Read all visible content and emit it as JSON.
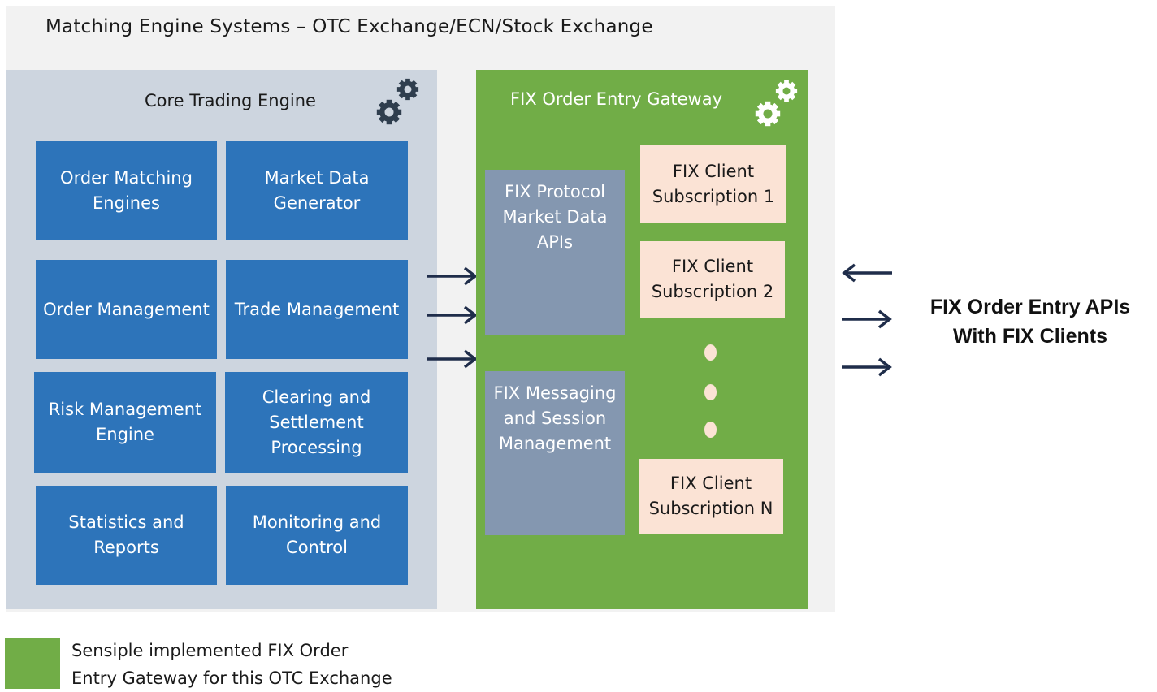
{
  "system": {
    "title": "Matching Engine Systems – OTC Exchange/ECN/Stock Exchange"
  },
  "core_engine": {
    "title": "Core Trading Engine",
    "icon": "gears-icon",
    "modules": [
      "Order Matching Engines",
      "Market Data Generator",
      "Order Management",
      "Trade Management",
      "Risk Management Engine",
      "Clearing and Settlement Processing",
      "Statistics and Reports",
      "Monitoring and Control"
    ]
  },
  "gateway": {
    "title": "FIX  Order Entry Gateway",
    "icon": "gears-icon",
    "components": [
      "FIX Protocol Market Data APIs",
      "FIX Messaging and Session Management"
    ],
    "subscriptions": [
      "FIX Client Subscription 1",
      "FIX Client Subscription 2",
      "FIX Client Subscription N"
    ]
  },
  "external": {
    "label_line1": "FIX Order Entry APIs",
    "label_line2": "With FIX Clients"
  },
  "legend": {
    "line1": "Sensiple implemented FIX Order",
    "line2": "Entry Gateway for  this OTC Exchange"
  },
  "colors": {
    "outer_bg": "#f2f2f2",
    "core_bg": "#cdd5df",
    "module_blue": "#2d74ba",
    "gateway_green": "#71ad47",
    "component_grey": "#8497b0",
    "subscription_peach": "#fbe3d5",
    "arrow": "#1f2d4a"
  }
}
